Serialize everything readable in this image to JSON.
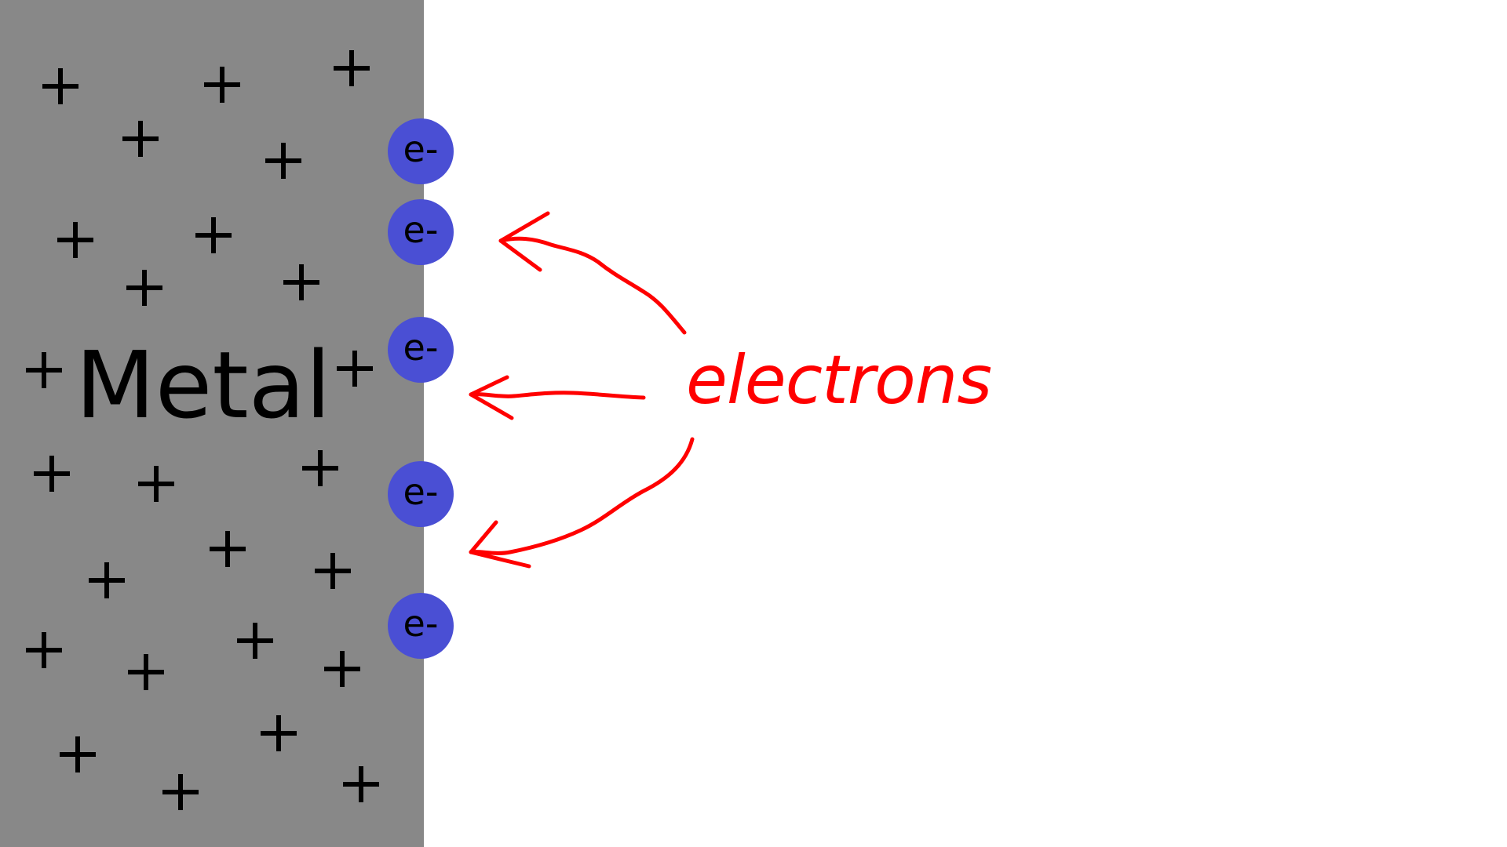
{
  "metal": {
    "label": "Metal",
    "plus_symbol": "+",
    "fill_color": "#888888"
  },
  "electrons": {
    "symbol": "e-",
    "fill_color": "#4a4fd4",
    "items": [
      "e-",
      "e-",
      "e-",
      "e-",
      "e-"
    ]
  },
  "annotation": {
    "label": "electrons",
    "color": "#ff0000"
  }
}
